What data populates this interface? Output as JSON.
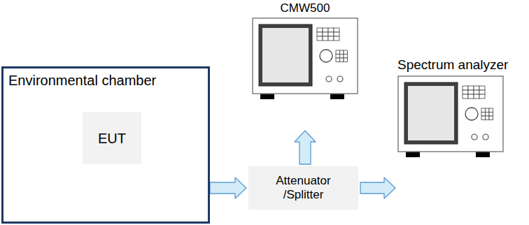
{
  "diagram": {
    "nodes": [
      {
        "text": [
          "Environmental chamber"
        ]
      },
      {
        "text": [
          "EUT"
        ],
        "in": 0
      },
      {
        "text": [
          "Attenuator /Splitter"
        ]
      },
      {
        "text": [
          "CMW500"
        ]
      },
      {
        "text": [
          "Spectrum analyzer"
        ]
      }
    ],
    "edges": [
      {
        "from": 0,
        "to": 2,
        "arrow": "to"
      },
      {
        "from": 2,
        "to": 3,
        "arrow": "to"
      },
      {
        "from": 2,
        "to": 4,
        "arrow": "to"
      }
    ]
  }
}
